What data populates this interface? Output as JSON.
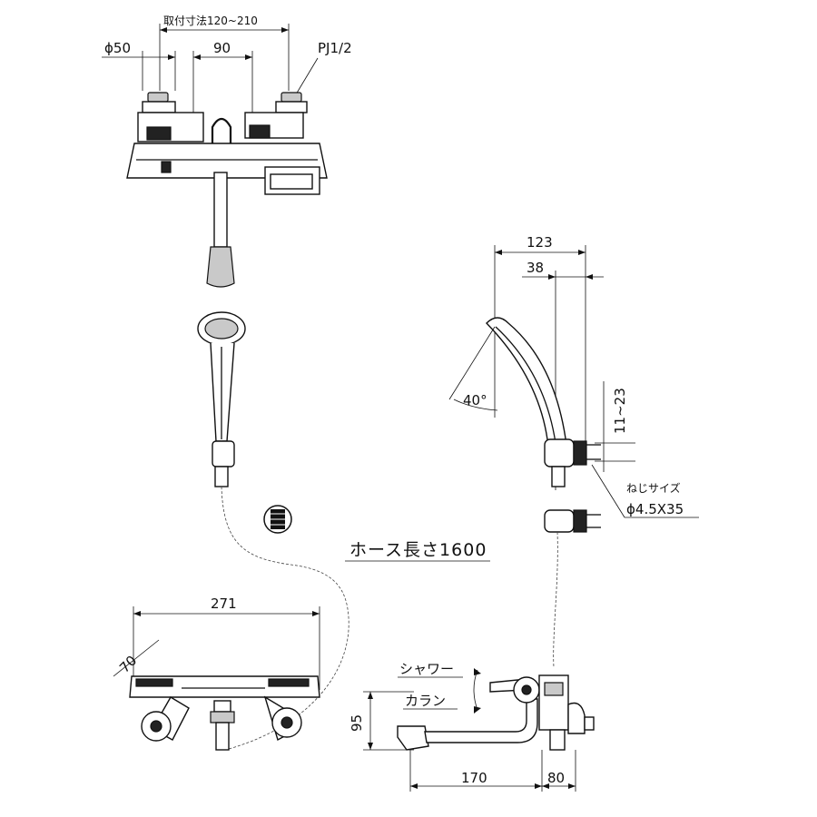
{
  "dimensions": {
    "install_pitch": "取付寸法120~210",
    "diameter_50": "ϕ50",
    "span_90": "90",
    "pipe_thread": "PJ1/2",
    "depth_123": "123",
    "depth_38": "38",
    "angle_40": "40°",
    "wall_11_23": "11~23",
    "screw_size_label": "ねじサイズ",
    "screw_size": "ϕ4.5X35",
    "hose_length": "ホース長さ1600",
    "width_271": "271",
    "depth_70": "70",
    "height_95": "95",
    "spout_170": "170",
    "spout_80": "80"
  },
  "labels": {
    "shower": "シャワー",
    "faucet": "カラン"
  }
}
